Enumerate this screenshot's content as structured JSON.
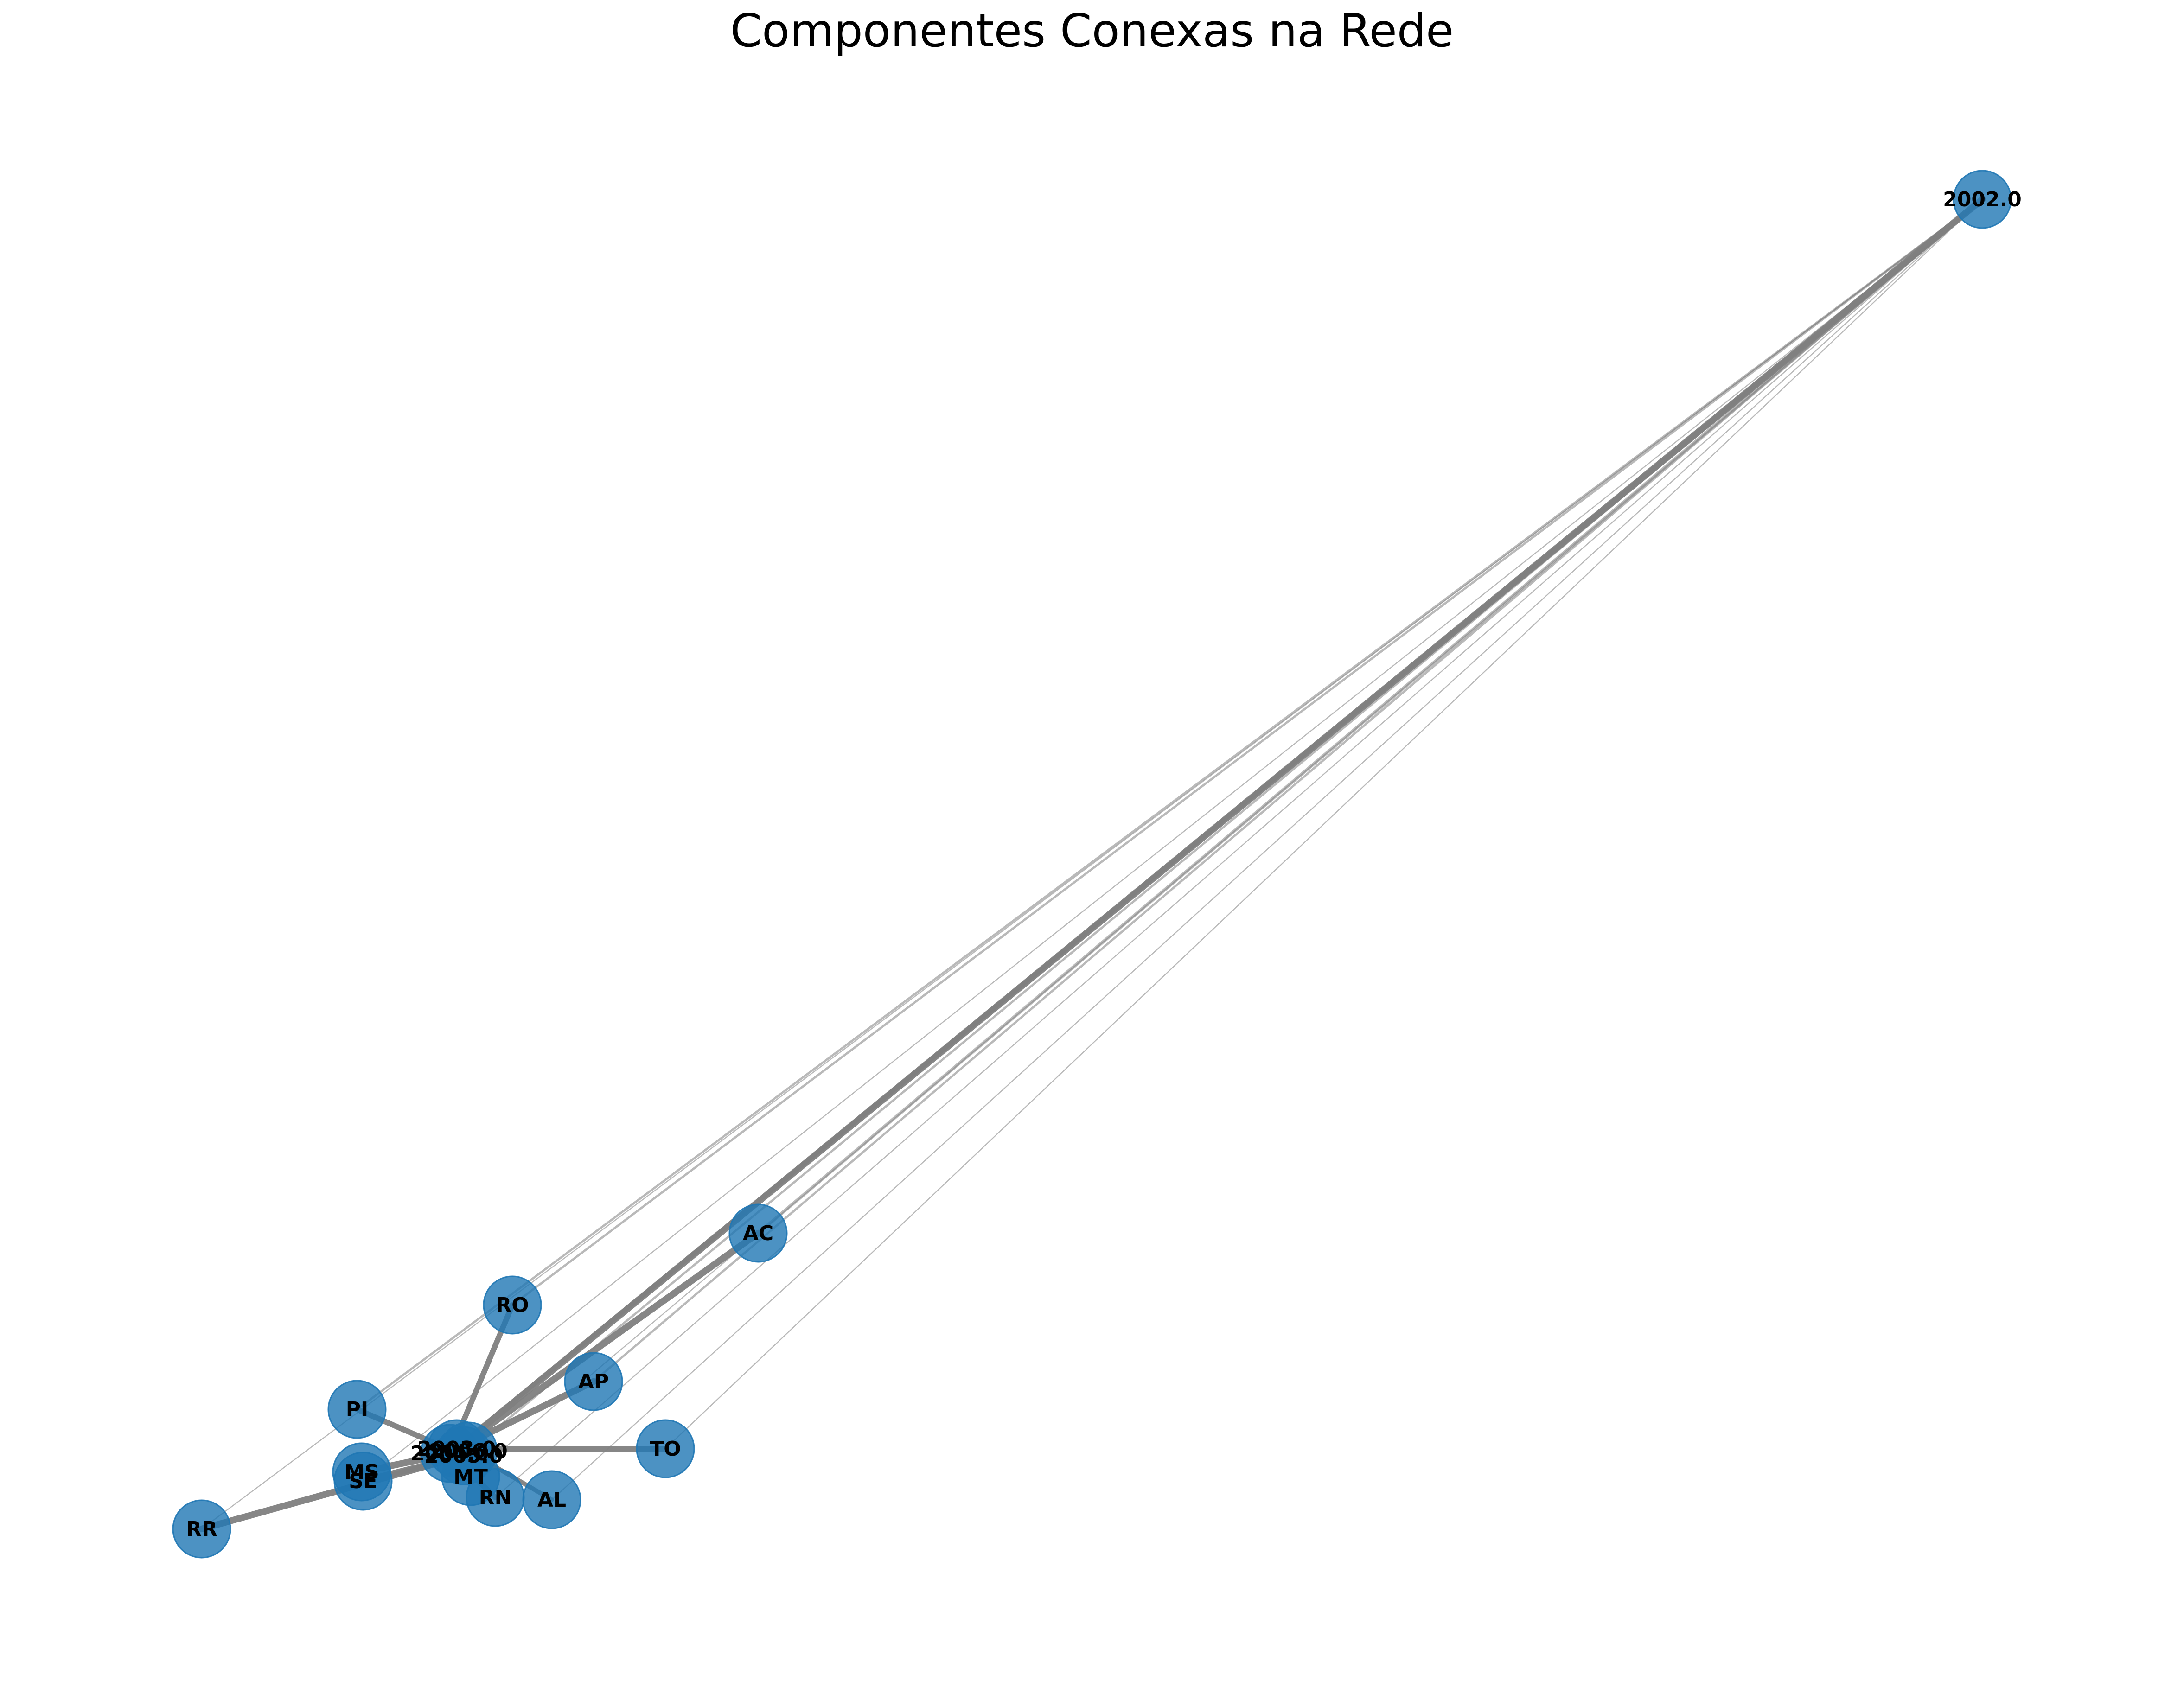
{
  "title": "Componentes Conexas na Rede",
  "style": {
    "node_color": "#1f77b4",
    "node_opacity": 0.8,
    "edge_color": "#808080",
    "label_color": "#000000"
  },
  "nodes": [
    {
      "id": "n2002",
      "label": "2002.0"
    },
    {
      "id": "AC",
      "label": "AC"
    },
    {
      "id": "RO",
      "label": "RO"
    },
    {
      "id": "AP",
      "label": "AP"
    },
    {
      "id": "PI",
      "label": "PI"
    },
    {
      "id": "TO",
      "label": "TO"
    },
    {
      "id": "MS",
      "label": "MS"
    },
    {
      "id": "SE",
      "label": "SE"
    },
    {
      "id": "MT",
      "label": "MT"
    },
    {
      "id": "RN",
      "label": "RN"
    },
    {
      "id": "AL",
      "label": "AL"
    },
    {
      "id": "RR",
      "label": "RR"
    },
    {
      "id": "hub1",
      "label": "2003.0"
    },
    {
      "id": "hub2",
      "label": "2004.0"
    },
    {
      "id": "hub3",
      "label": "2005.0"
    },
    {
      "id": "hub4",
      "label": "2006.0"
    }
  ],
  "edges": [
    {
      "source": "n2002",
      "target": "AC",
      "weight": 3
    },
    {
      "source": "n2002",
      "target": "hub1",
      "weight": 6
    },
    {
      "source": "n2002",
      "target": "hub2",
      "weight": 4
    },
    {
      "source": "n2002",
      "target": "RO",
      "weight": 2
    },
    {
      "source": "n2002",
      "target": "PI",
      "weight": 2
    },
    {
      "source": "n2002",
      "target": "AP",
      "weight": 2
    },
    {
      "source": "n2002",
      "target": "TO",
      "weight": 1
    },
    {
      "source": "n2002",
      "target": "AL",
      "weight": 1
    },
    {
      "source": "n2002",
      "target": "RN",
      "weight": 1
    },
    {
      "source": "n2002",
      "target": "MT",
      "weight": 1
    },
    {
      "source": "n2002",
      "target": "RR",
      "weight": 1
    },
    {
      "source": "n2002",
      "target": "SE",
      "weight": 1
    },
    {
      "source": "n2002",
      "target": "hub3",
      "weight": 2
    },
    {
      "source": "AC",
      "target": "hub1",
      "weight": 6
    },
    {
      "source": "RO",
      "target": "hub2",
      "weight": 5
    },
    {
      "source": "AP",
      "target": "hub1",
      "weight": 6
    },
    {
      "source": "PI",
      "target": "hub3",
      "weight": 5
    },
    {
      "source": "TO",
      "target": "hub1",
      "weight": 5
    },
    {
      "source": "MS",
      "target": "hub2",
      "weight": 6
    },
    {
      "source": "SE",
      "target": "hub3",
      "weight": 6
    },
    {
      "source": "MT",
      "target": "hub1",
      "weight": 5
    },
    {
      "source": "RN",
      "target": "hub2",
      "weight": 5
    },
    {
      "source": "AL",
      "target": "hub4",
      "weight": 4
    },
    {
      "source": "RR",
      "target": "hub3",
      "weight": 6
    },
    {
      "source": "hub1",
      "target": "hub2",
      "weight": 6
    },
    {
      "source": "hub2",
      "target": "hub3",
      "weight": 6
    },
    {
      "source": "hub3",
      "target": "hub4",
      "weight": 6
    },
    {
      "source": "hub1",
      "target": "hub4",
      "weight": 6
    }
  ]
}
